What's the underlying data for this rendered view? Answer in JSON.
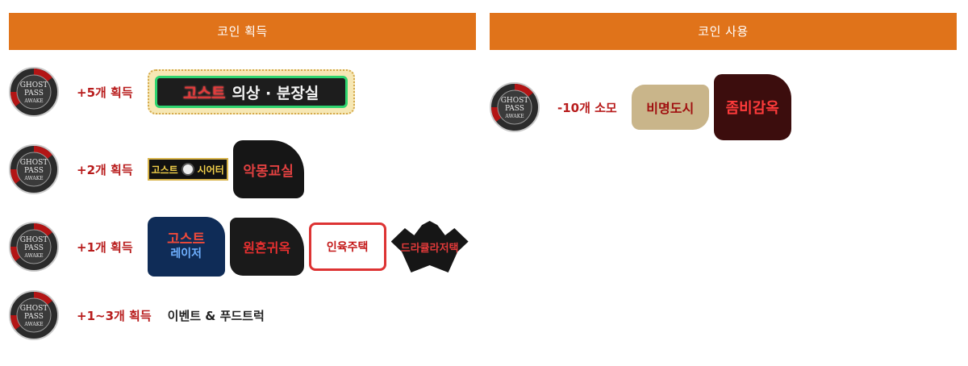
{
  "earn_panel": {
    "header": "코인 획득",
    "rows": [
      {
        "label": "+5개 획득",
        "logos": [
          {
            "name": "고스트 의상 · 분장실",
            "part1": "고스트",
            "part2": "의상 · 분장실"
          }
        ]
      },
      {
        "label": "+2개 획득",
        "logos": [
          {
            "name": "고스트 시어터",
            "part1": "고스트",
            "part2": "시어터"
          },
          {
            "name": "악몽교실"
          }
        ]
      },
      {
        "label": "+1개 획득",
        "logos": [
          {
            "name": "고스트 레이저",
            "part1": "고스트",
            "part2": "레이저"
          },
          {
            "name": "원혼귀옥"
          },
          {
            "name": "인육주택"
          },
          {
            "name": "드라큘라저택"
          }
        ]
      },
      {
        "label": "+1~3개 획득",
        "text": "이벤트 & 푸드트럭"
      }
    ]
  },
  "spend_panel": {
    "header": "코인 사용",
    "rows": [
      {
        "label": "-10개 소모",
        "logos": [
          {
            "name": "비명도시"
          },
          {
            "name": "좀비감옥"
          }
        ]
      }
    ]
  },
  "coin": {
    "line1": "GHOST",
    "line2": "PASS",
    "line3": "AWAKE"
  },
  "colors": {
    "header_bg": "#e0731a",
    "label_red": "#b81c1c"
  },
  "icons": [
    "ghost-coin-icon"
  ]
}
